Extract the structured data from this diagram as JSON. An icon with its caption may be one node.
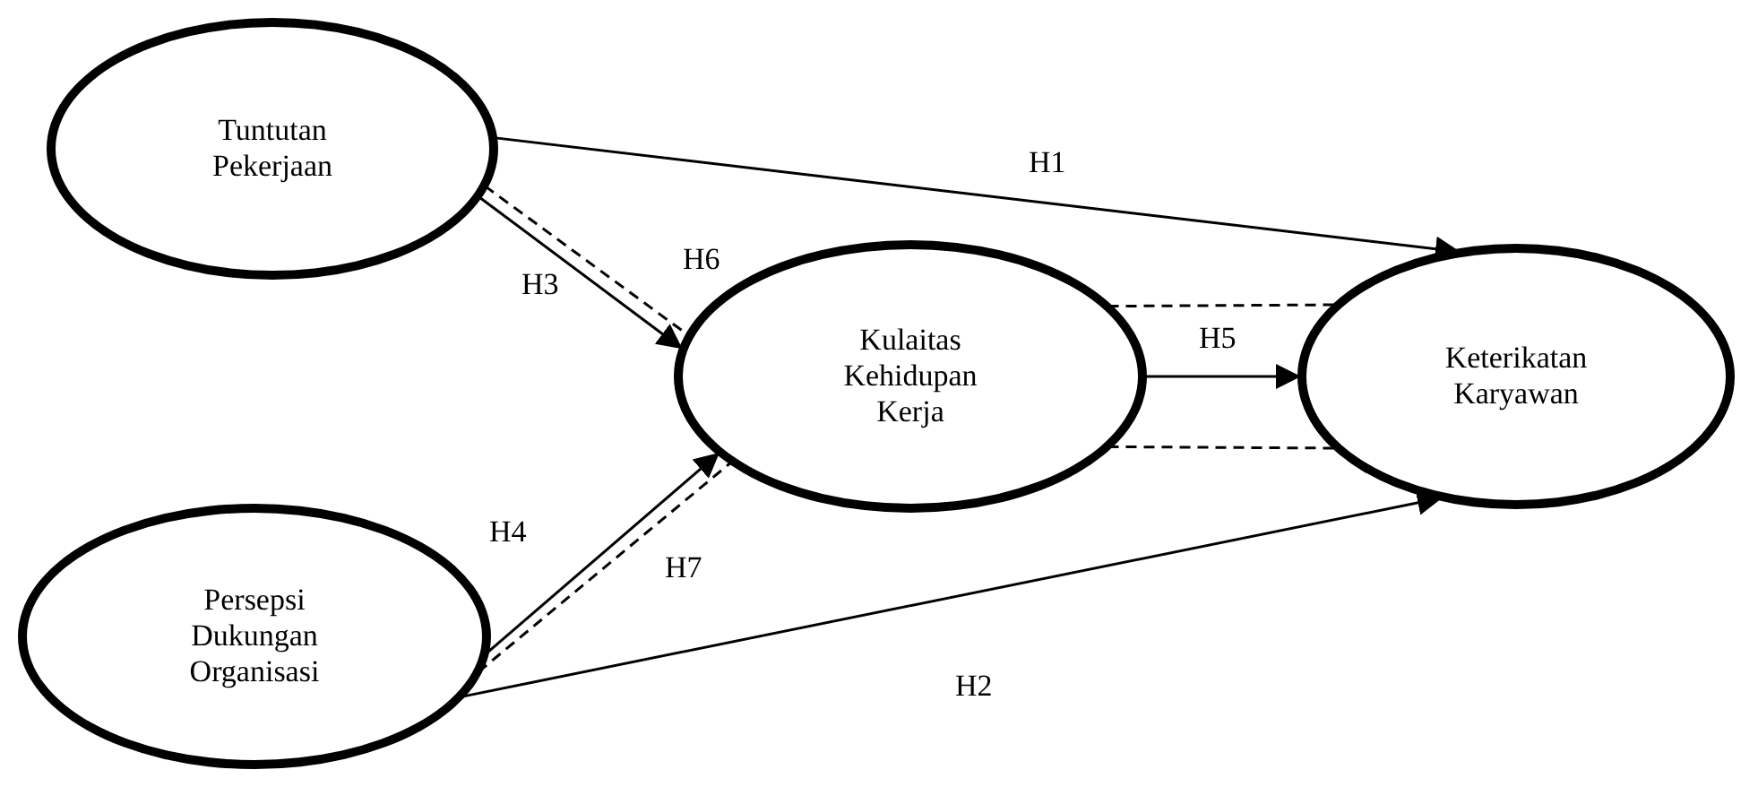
{
  "diagram": {
    "nodes": [
      {
        "text": [
          "Tuntutan Pekerjaan"
        ]
      },
      {
        "text": [
          "Kulaitas Kehidupan Kerja"
        ]
      },
      {
        "text": [
          "Keterikatan Karyawan"
        ]
      },
      {
        "text": [
          "Persepsi Dukungan Organisasi"
        ]
      }
    ],
    "edges": [
      {
        "from": 0,
        "to": 2,
        "arrow": "to",
        "label": "H1"
      },
      {
        "from": 0,
        "to": 1,
        "arrow": "to",
        "label": "H3"
      },
      {
        "from": 0,
        "to": 1,
        "arrow": "none",
        "style": "dashed",
        "label": "H6"
      },
      {
        "from": 1,
        "to": 2,
        "arrow": "none",
        "style": "dashed"
      },
      {
        "from": 1,
        "to": 2,
        "arrow": "to",
        "label": "H5"
      },
      {
        "from": 1,
        "to": 2,
        "arrow": "none",
        "style": "dashed"
      },
      {
        "from": 3,
        "to": 1,
        "arrow": "to",
        "label": "H4"
      },
      {
        "from": 3,
        "to": 1,
        "arrow": "none",
        "style": "dashed",
        "label": "H7"
      },
      {
        "from": 3,
        "to": 2,
        "arrow": "to",
        "label": "H2"
      }
    ]
  }
}
